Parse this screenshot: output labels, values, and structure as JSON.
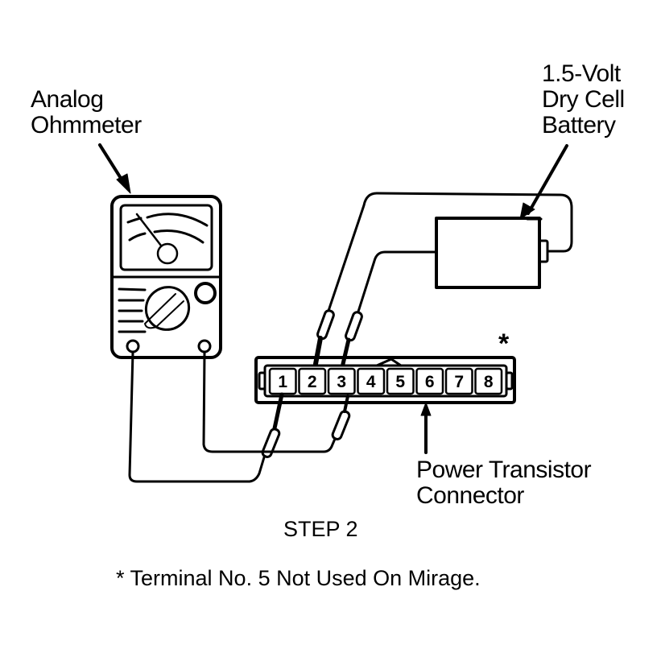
{
  "diagram": {
    "labels": {
      "ohmmeter": [
        "Analog",
        "Ohmmeter"
      ],
      "battery": [
        "1.5-Volt",
        "Dry Cell",
        "Battery"
      ],
      "connector": [
        "Power Transistor",
        "Connector"
      ],
      "asterisk": "*"
    },
    "step": "STEP 2",
    "footnote": "* Terminal No. 5 Not Used On Mirage.",
    "connector_pins": [
      "1",
      "2",
      "3",
      "4",
      "5",
      "6",
      "7",
      "8"
    ],
    "connections": [
      {
        "from": "ohmmeter-left-terminal",
        "to": "pin-1"
      },
      {
        "from": "ohmmeter-right-terminal",
        "to": "pin-3"
      },
      {
        "from": "battery-positive",
        "to": "pin-2"
      },
      {
        "from": "battery-negative",
        "to": "pin-3"
      }
    ],
    "colors": {
      "ink": "#000000",
      "paper": "#ffffff"
    }
  }
}
